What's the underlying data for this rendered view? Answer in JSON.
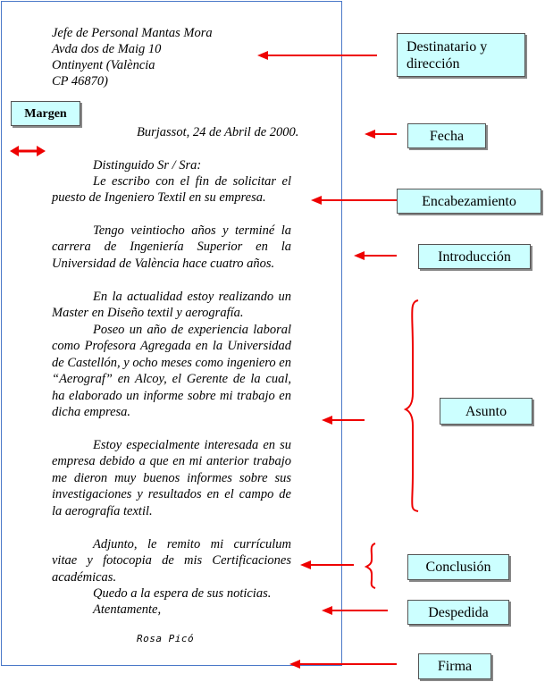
{
  "letter": {
    "recipient": [
      "Jefe de Personal Mantas Mora",
      "Avda dos de Maig 10",
      "Ontinyent (València",
      "CP 46870)"
    ],
    "date": "Burjassot, 24 de Abril de  2000.",
    "salutation": "Distinguido Sr / Sra:",
    "paragraphs": [
      "Le escribo con el fin de solicitar el puesto de Ingeniero Textil en su empresa.",
      "Tengo veintiocho años y terminé la carrera de Ingeniería Superior en la Universidad de València hace cuatro años.",
      "En la actualidad estoy realizando un Master en Diseño textil y aerografía.",
      "Poseo un año de experiencia laboral como Profesora Agregada en la Universidad de Castellón, y ocho meses como ingeniero en “Aerograf” en Alcoy, el Gerente de la cual, ha elaborado un informe sobre mi trabajo en dicha empresa.",
      "Estoy especialmente interesada en su empresa debido a que en mi anterior trabajo me dieron muy buenos informes sobre sus investigaciones y resultados en el campo de la aerografía textil.",
      "Adjunto, le remito mi currículum vitae y fotocopia de mis Certificaciones académicas."
    ],
    "closing_line": "Quedo a la espera de sus noticias.",
    "farewell": "Atentamente,",
    "signature": "Rosa Picó"
  },
  "labels": {
    "margen": "Margen",
    "destinatario": "Destinatario y dirección",
    "fecha": "Fecha",
    "encabezamiento": "Encabezamiento",
    "introduccion": "Introducción",
    "asunto": "Asunto",
    "conclusion": "Conclusión",
    "despedida": "Despedida",
    "firma": "Firma"
  },
  "colors": {
    "arrow": "#ee0000",
    "label_bg": "#ccffff",
    "page_border": "#4a78c8"
  }
}
